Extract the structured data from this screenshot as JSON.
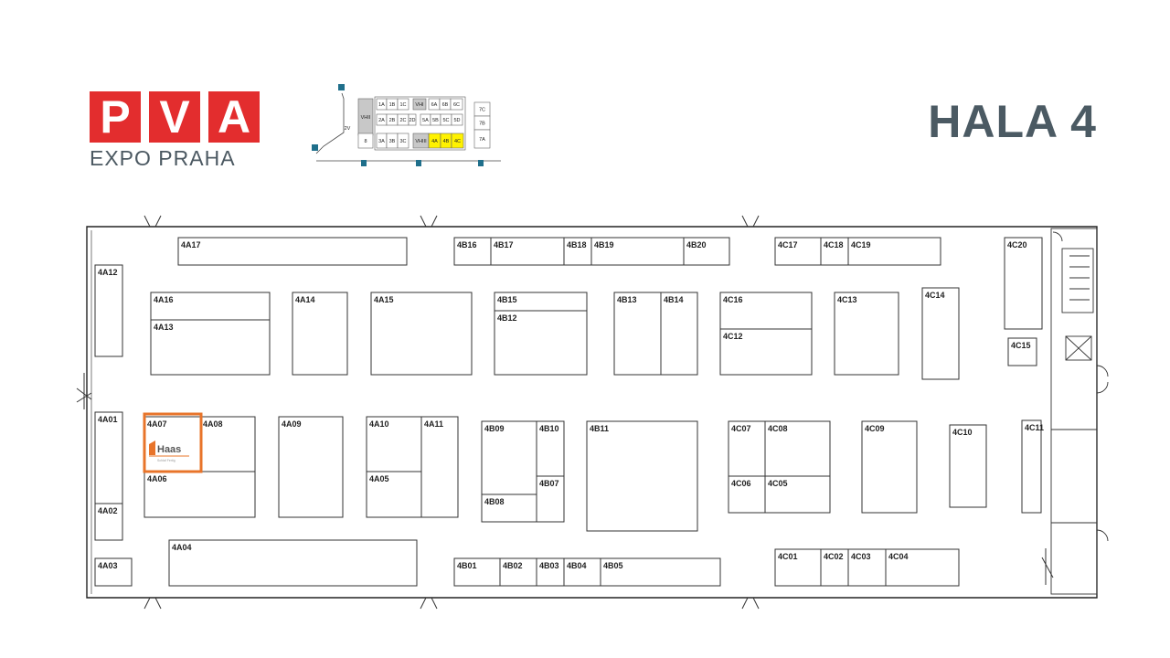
{
  "logo": {
    "letters": [
      "P",
      "V",
      "A"
    ],
    "subtitle": "EXPO PRAHA",
    "brand_color": "#e32d2e",
    "text_color": "#4c5962"
  },
  "hall_title": "HALA 4",
  "minimap": {
    "labels": [
      "VHII",
      "1A",
      "1B",
      "1C",
      "VHI",
      "6A",
      "6B",
      "6C",
      "2A",
      "2B",
      "2C",
      "2D",
      "5A",
      "5B",
      "5C",
      "5D",
      "8",
      "3A",
      "3B",
      "3C",
      "VHIII",
      "4A",
      "4B",
      "4C",
      "7C",
      "7B",
      "7A",
      "2V"
    ],
    "highlight_color": "#fff200"
  },
  "highlight_color": "#e8742a",
  "exhibitor_logo": {
    "name": "Haas",
    "tagline": "Schlaf Fertig"
  },
  "booths": [
    "4A17",
    "4B16",
    "4B17",
    "4B18",
    "4B19",
    "4B20",
    "4C17",
    "4C18",
    "4C19",
    "4C20",
    "4A12",
    "4A16",
    "4A13",
    "4A14",
    "4A15",
    "4B15",
    "4B12",
    "4B13",
    "4B14",
    "4C16",
    "4C12",
    "4C13",
    "4C14",
    "4C15",
    "4A01",
    "4A02",
    "4A03",
    "4A07",
    "4A08",
    "4A06",
    "4A09",
    "4A10",
    "4A11",
    "4A05",
    "4B09",
    "4B10",
    "4B07",
    "4B08",
    "4B11",
    "4C07",
    "4C08",
    "4C05",
    "4C06",
    "4C09",
    "4C10",
    "4C11",
    "4A04",
    "4B01",
    "4B02",
    "4B03",
    "4B04",
    "4B05",
    "4C01",
    "4C02",
    "4C03",
    "4C04"
  ]
}
